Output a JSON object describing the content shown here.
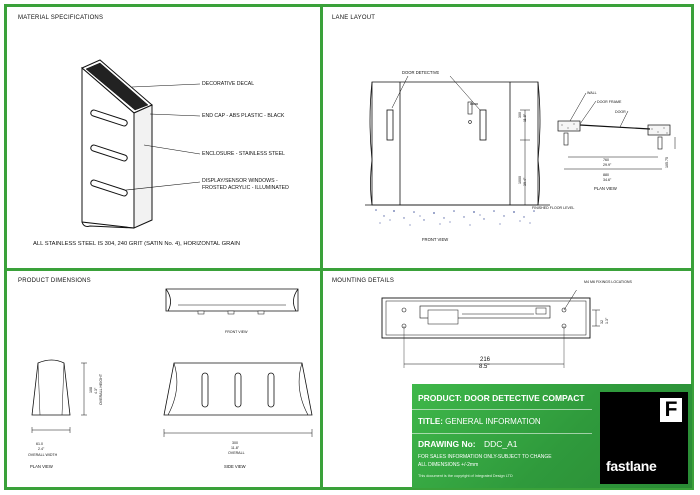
{
  "sections": {
    "material": "MATERIAL SPECIFICATIONS",
    "lane": "LANE LAYOUT",
    "dimensions": "PRODUCT DIMENSIONS",
    "mounting": "MOUNTING DETAILS"
  },
  "material": {
    "callouts": [
      "DECORATIVE DECAL",
      "END CAP - ABS PLASTIC - BLACK",
      "ENCLOSURE - STAINLESS STEEL",
      "DISPLAY/SENSOR WINDOWS -",
      "FROSTED ACRYLIC - ILLUMINATED"
    ],
    "note": "ALL STAINLESS STEEL IS 304, 240 GRIT (SATIN No. 4), HORIZONTAL GRAIN"
  },
  "lane": {
    "door_detective": "DOOR DETECTIVE",
    "wall": "WALL",
    "door_frame": "DOOR FRAME",
    "door": "DOOR",
    "dim_1000": "1000",
    "dim_1000_in": "39.4\"",
    "dim_300": "300",
    "dim_300_in": "11.8\"",
    "finished_floor": "FINISHED FLOOR LEVEL",
    "front_view": "FRONT VIEW",
    "plan_view": "PLAN VIEW",
    "dim_760": "760",
    "dim_760_in": "29.9\"",
    "dim_880": "880",
    "dim_880_in": "34.6\"",
    "dim_105": "105.75"
  },
  "dimensions": {
    "front_view": "FRONT VIEW",
    "plan_view": "PLAN VIEW",
    "side_view": "SIDE VIEW",
    "width_mm": "61.0",
    "width_in": "2.4\"",
    "overall_width": "OVERALL WIDTH",
    "height_mm": "108",
    "height_in": "4.3\"",
    "overall_height": "OVERALL HEIGHT",
    "length_mm": "300",
    "length_in": "11.8\"",
    "overall": "OVERALL"
  },
  "mounting": {
    "fixings": "M4 M6 FIXINGS LOCATIONS",
    "dim_216": "216",
    "dim_216_in": "8.5\"",
    "dim_32": "32",
    "dim_32_in": "1.3\""
  },
  "titleblock": {
    "product": "PRODUCT: DOOR DETECTIVE COMPACT",
    "title_label": "TITLE:",
    "title_value": "GENERAL INFORMATION",
    "drawing_label": "DRAWING No:",
    "drawing_value": "DDC_A1",
    "note1": "FOR SALES INFORMATION ONLY-SUBJECT TO CHANGE",
    "note2": "ALL DIMENSIONS +/-2mm",
    "copyright": "This document is the copyright of Integrated Design LTD",
    "logo_letter": "F",
    "logo_word": "fastlane",
    "accent": "#3aa13a"
  }
}
